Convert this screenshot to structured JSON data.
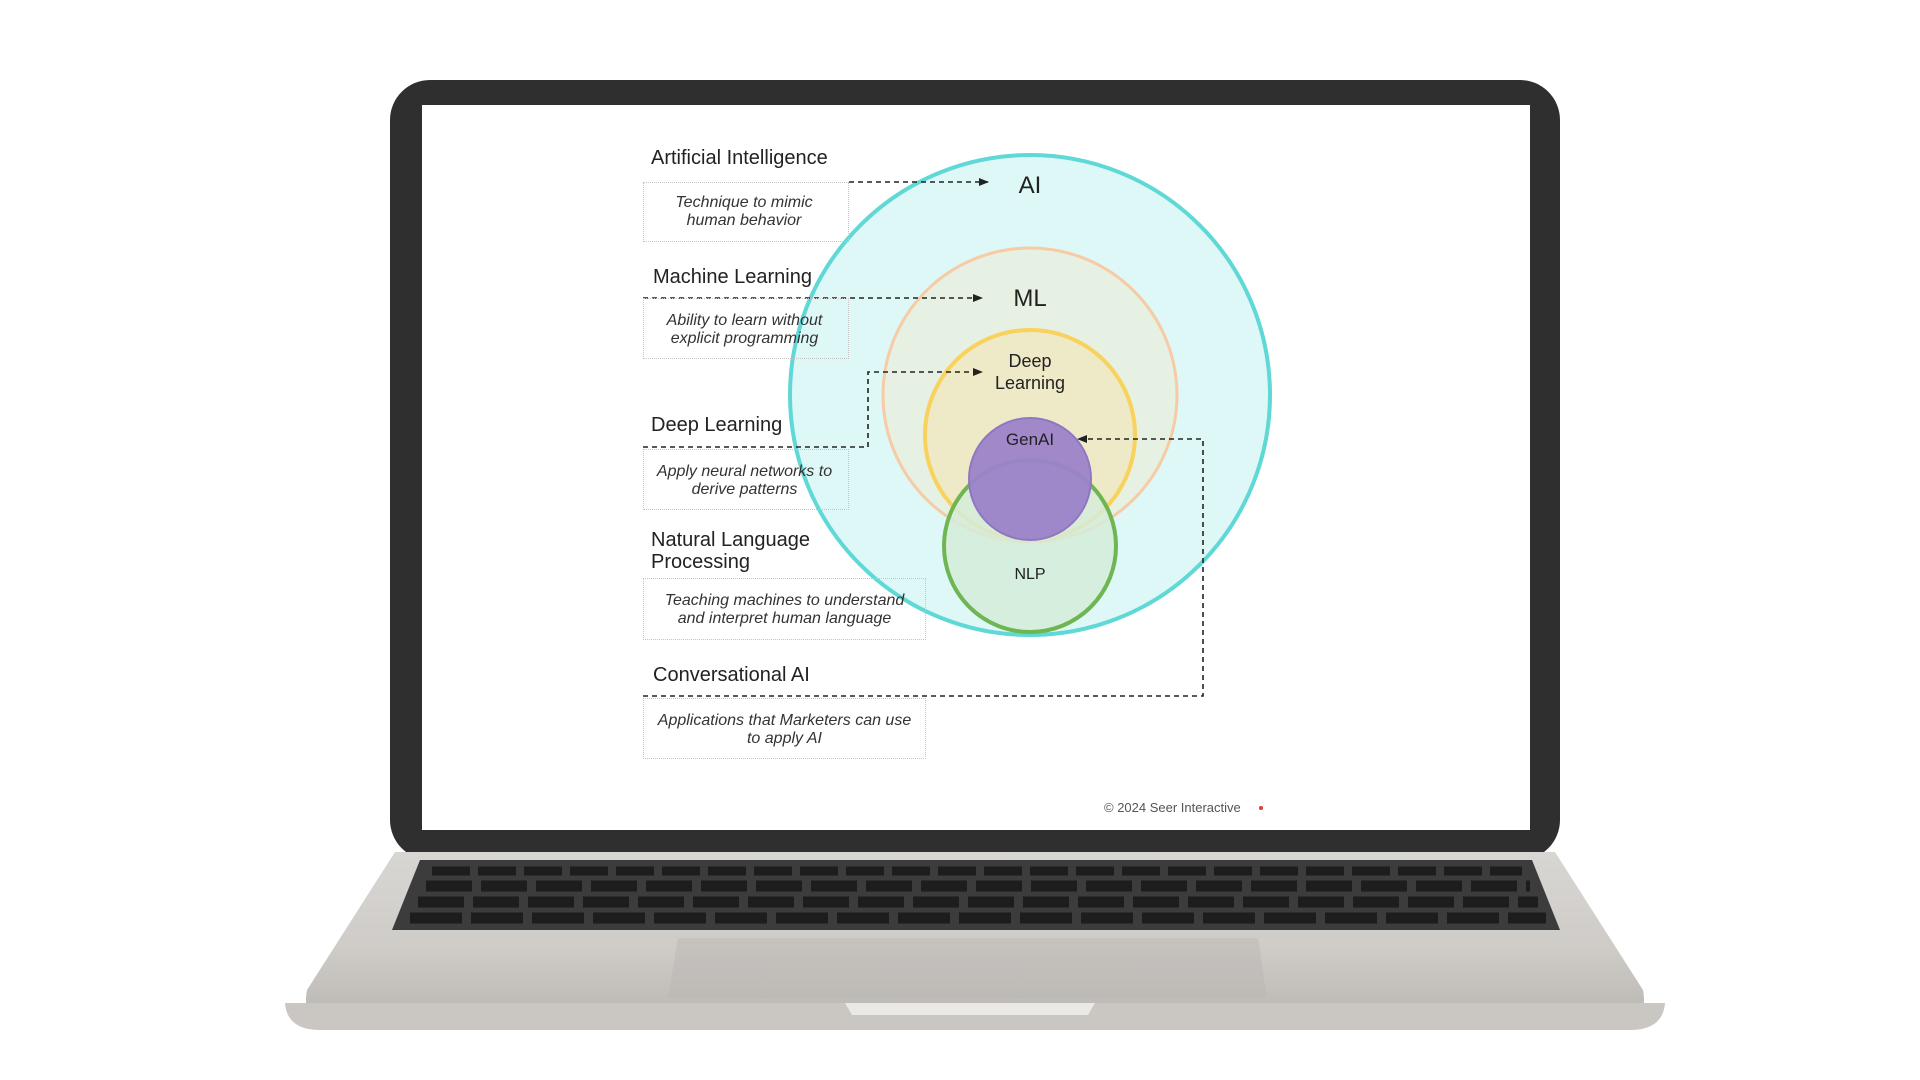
{
  "diagram": {
    "items": [
      {
        "title": "Artificial Intelligence",
        "description": "Technique to mimic human behavior"
      },
      {
        "title": "Machine Learning",
        "description": "Ability to learn without explicit programming"
      },
      {
        "title": "Deep Learning",
        "description": "Apply neural networks to derive patterns"
      },
      {
        "title": "Natural Language Processing",
        "description": "Teaching machines to understand and interpret human language"
      },
      {
        "title": "Conversational AI",
        "description": "Applications that Marketers can use to apply AI"
      }
    ],
    "circles": {
      "ai": "AI",
      "ml": "ML",
      "deep_learning": "Deep Learning",
      "genai": "GenAI",
      "nlp": "NLP"
    },
    "colors": {
      "ai_stroke": "#5fd8d6",
      "ai_fill": "#def8f8",
      "ml_stroke": "#f7cba5",
      "ml_fill": "#e6f1e3",
      "dl_stroke": "#f8d25c",
      "dl_fill": "#eee9c7",
      "genai_fill": "#9b83c9",
      "genai_stroke": "#8e78c3",
      "nlp_stroke": "#6fb552",
      "nlp_fill": "#d5ecd9"
    },
    "copyright": "© 2024 Seer Interactive",
    "copyright_dot_color": "#e53935"
  }
}
